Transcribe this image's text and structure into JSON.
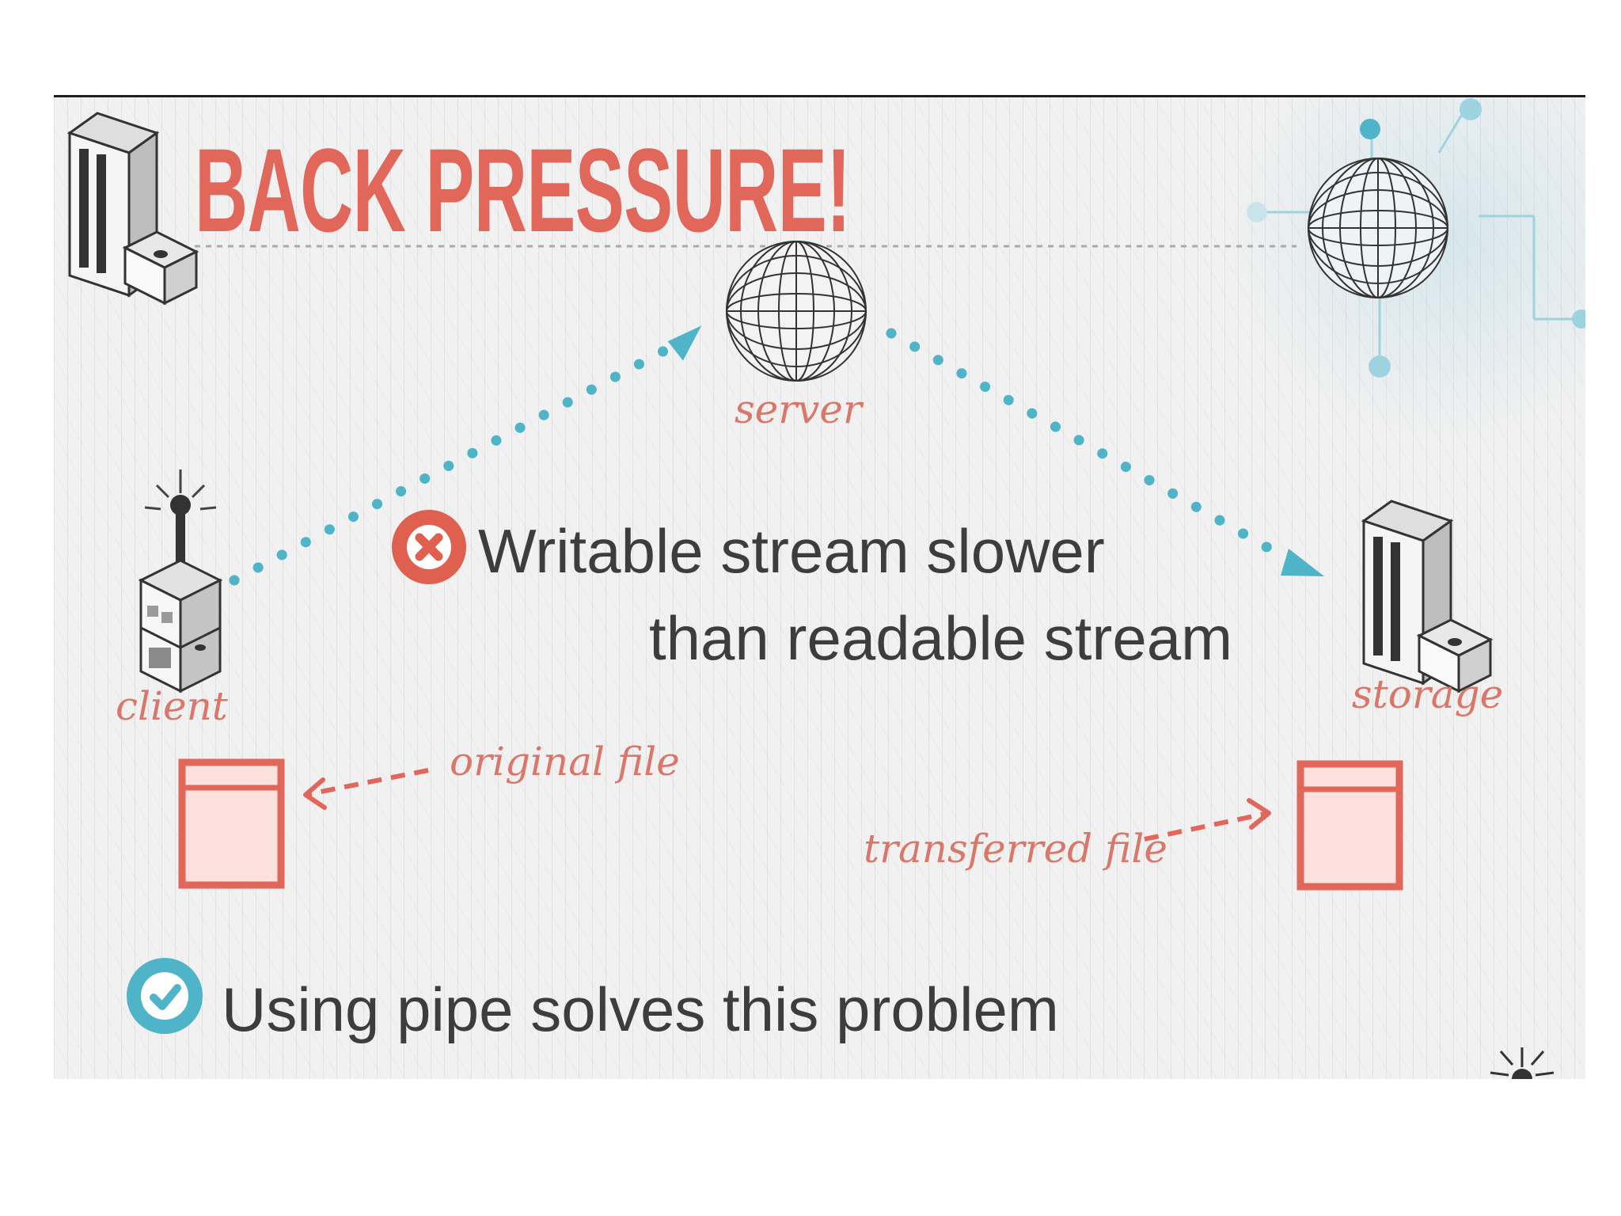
{
  "title": "BACK PRESSURE!",
  "nodes": {
    "server": "server",
    "client": "client",
    "storage": "storage"
  },
  "files": {
    "original": "original file",
    "transferred": "transferred file"
  },
  "problem": {
    "line1": "Writable stream slower",
    "line2": "than readable stream"
  },
  "solution": "Using pipe solves this problem",
  "icons": {
    "problem": "x-circle-icon",
    "solution": "check-circle-icon",
    "client": "antenna-device-icon",
    "server": "globe-icon",
    "storage": "server-tower-icon"
  },
  "colors": {
    "accent": "#e0675a",
    "flow": "#4fb4c8",
    "text": "#3d3d3d",
    "file_fill": "#fce1dc"
  }
}
